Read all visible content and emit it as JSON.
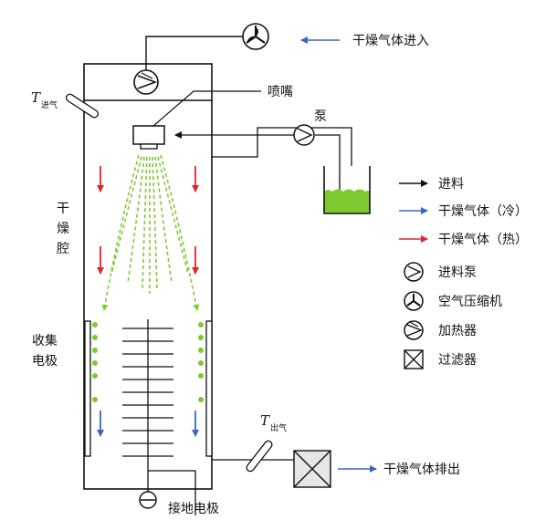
{
  "labels": {
    "dry_gas_in": "干燥气体进入",
    "nozzle": "喷嘴",
    "pump": "泵",
    "t_in_main": "T",
    "t_in_sub": "进气",
    "t_out_main": "T",
    "t_out_sub": "出气",
    "chamber": [
      "干",
      "燥",
      "腔"
    ],
    "collector": [
      "收集",
      "电极"
    ],
    "ground_electrode": "接地电极",
    "dry_gas_out": "干燥气体排出"
  },
  "legend": [
    {
      "icon": "black-arrow-icon",
      "label": "进料",
      "color": "#111111"
    },
    {
      "icon": "blue-arrow-icon",
      "label": "干燥气体（冷）",
      "color": "#3a66c4"
    },
    {
      "icon": "red-arrow-icon",
      "label": "干燥气体（热）",
      "color": "#e0242a"
    },
    {
      "icon": "feed-pump-icon",
      "label": "进料泵"
    },
    {
      "icon": "air-compressor-icon",
      "label": "空气压缩机"
    },
    {
      "icon": "heater-icon",
      "label": "加热器"
    },
    {
      "icon": "filter-icon",
      "label": "过滤器"
    }
  ],
  "colors": {
    "feed": "#111111",
    "cold_gas": "#3a66c4",
    "hot_gas": "#e0242a",
    "spray": "#7ec832",
    "liquid": "#7ec832"
  }
}
